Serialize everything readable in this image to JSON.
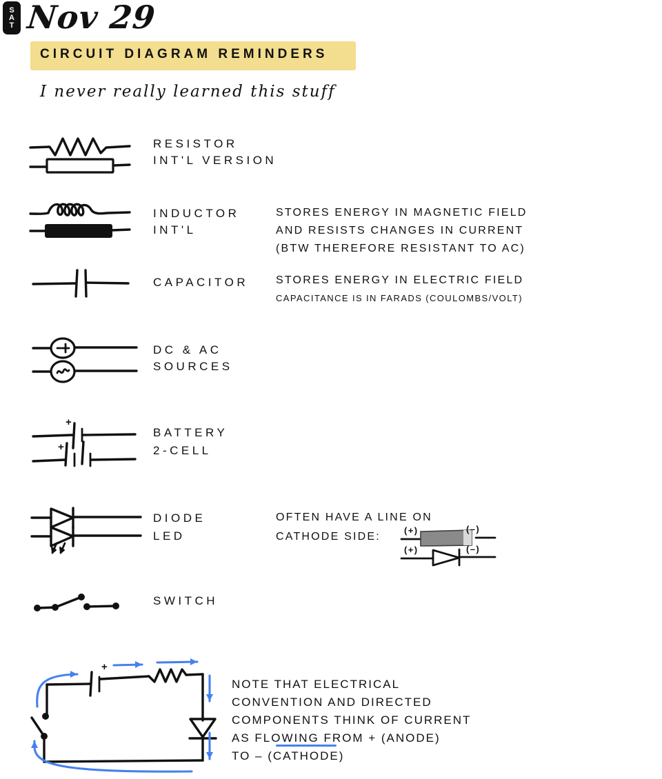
{
  "page": {
    "day_badge": [
      "S",
      "A",
      "T"
    ],
    "date": "Nov 29",
    "banner": "CIRCUIT DIAGRAM REMINDERS",
    "subtitle": "I never really learned this stuff",
    "highlight_color": "#f3dd8e",
    "ink_color": "#111111",
    "accent_color": "#4580ee"
  },
  "sections": [
    {
      "id": "resistor",
      "labels": [
        "RESISTOR",
        "INT'L VERSION"
      ],
      "notes": [],
      "symbols": [
        "resistor-zigzag",
        "resistor-box"
      ]
    },
    {
      "id": "inductor",
      "labels": [
        "INDUCTOR",
        "INT'L"
      ],
      "notes": [
        "STORES ENERGY IN MAGNETIC FIELD",
        "AND RESISTS CHANGES IN CURRENT",
        "(BTW THEREFORE  RESISTANT TO AC)"
      ],
      "symbols": [
        "inductor-coil",
        "inductor-bar"
      ]
    },
    {
      "id": "capacitor",
      "labels": [
        "CAPACITOR"
      ],
      "notes": [
        "STORES ENERGY IN ELECTRIC FIELD",
        "CAPACITANCE IS IN FARADS (COULOMBS/VOLT)"
      ],
      "symbols": [
        "capacitor-plates"
      ]
    },
    {
      "id": "sources",
      "labels": [
        "DC & AC",
        "SOURCES"
      ],
      "notes": [],
      "symbols": [
        "dc-source-circle",
        "ac-source-circle"
      ]
    },
    {
      "id": "battery",
      "labels": [
        "BATTERY",
        "2-CELL"
      ],
      "notes": [],
      "symbols": [
        "battery-single-cell",
        "battery-two-cell"
      ],
      "polarity_marks": [
        "+",
        "+"
      ]
    },
    {
      "id": "diode",
      "labels": [
        "DIODE",
        "LED"
      ],
      "notes": [
        "OFTEN HAVE A LINE ON",
        "CATHODE SIDE:"
      ],
      "symbols": [
        "diode-triangle",
        "led-triangle-with-rays"
      ],
      "package_diagram": {
        "body_color": "#8a8a8a",
        "band_color": "#d9d9d9",
        "anode_label": "(+)",
        "cathode_label": "(–)",
        "schematic_anode_label": "(+)",
        "schematic_cathode_label": "(–)"
      }
    },
    {
      "id": "switch",
      "labels": [
        "SWITCH"
      ],
      "notes": [],
      "symbols": [
        "switch-open"
      ]
    }
  ],
  "circuit": {
    "components": [
      "battery",
      "resistor",
      "diode",
      "switch"
    ],
    "battery_polarity": "+",
    "current_arrow_color": "#4580ee",
    "note_lines": [
      "NOTE THAT ELECTRICAL",
      "CONVENTION AND DIRECTED",
      "COMPONENTS THINK OF CURRENT",
      "AS FLOWING FROM + (ANODE)",
      "TO – (CATHODE)"
    ],
    "underlined_word": "FLOWING"
  }
}
